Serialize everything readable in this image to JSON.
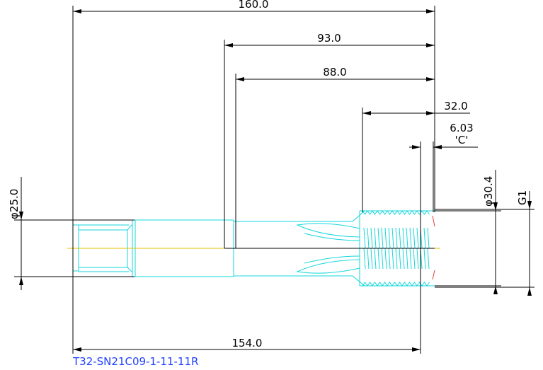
{
  "drawing": {
    "dimensions": {
      "total_length": "160.0",
      "d93": "93.0",
      "d88": "88.0",
      "thread_length": "32.0",
      "chamfer": "6.03",
      "chamfer_label": "'C'",
      "diameter_shank": "φ25.0",
      "diameter_thread": "φ30.4",
      "thread_size": "G1",
      "overall_tool": "154.0"
    },
    "part_number": "T32-SN21C09-1-11-11R",
    "colors": {
      "outline": "#14d7dc",
      "dimension": "#000000",
      "centerline": "#e6c200",
      "part_label": "#1f3fff"
    }
  }
}
